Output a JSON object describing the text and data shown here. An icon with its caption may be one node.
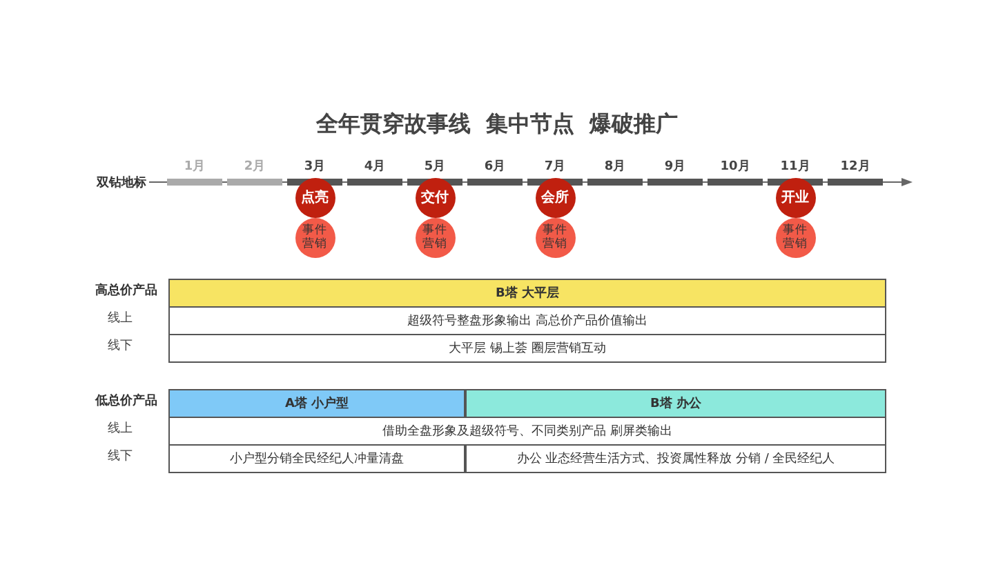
{
  "diagram": {
    "title": "全年贯穿故事线  集中节点  爆破推广",
    "nodes": [
      {
        "text": [
          "点亮"
        ]
      },
      {
        "text": [
          "事件营销"
        ]
      },
      {
        "text": [
          "交付"
        ]
      },
      {
        "text": [
          "事件营销"
        ]
      },
      {
        "text": [
          "会所"
        ]
      },
      {
        "text": [
          "事件营销"
        ]
      },
      {
        "text": [
          "开业"
        ]
      },
      {
        "text": [
          "事件营销"
        ]
      },
      {
        "text": [
          "B塔 大平层"
        ]
      },
      {
        "text": [
          "超级符号整盘形象输出  高总价产品价值输出"
        ]
      },
      {
        "text": [
          "大平层 锡上荟 圈层营销互动"
        ]
      },
      {
        "text": [
          "A塔 小户型"
        ]
      },
      {
        "text": [
          "B塔  办公"
        ]
      },
      {
        "text": [
          "借助全盘形象及超级符号、不同类别产品 刷屏类输出"
        ]
      },
      {
        "text": [
          "小户型分销全民经纪人冲量清盘"
        ]
      },
      {
        "text": [
          "办公 业态经营生活方式、投资属性释放  分销 / 全民经纪人"
        ]
      }
    ],
    "labels": [
      "1月",
      "2月",
      "3月",
      "4月",
      "5月",
      "6月",
      "7月",
      "8月",
      "9月",
      "10月",
      "11月",
      "12月",
      "双钻地标",
      "高总价产品",
      "线上",
      "线下",
      "低总价产品",
      "线上",
      "线下"
    ]
  }
}
